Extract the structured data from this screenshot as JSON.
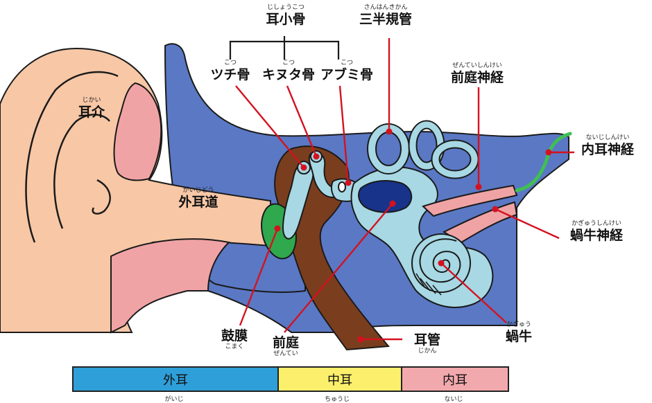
{
  "labels": {
    "jishoukotsu": {
      "furigana": "じしょうこつ",
      "text": "耳小骨"
    },
    "tsuchi": {
      "furigana": "こつ",
      "text": "ツチ骨"
    },
    "kinuta": {
      "furigana": "こつ",
      "text": "キヌタ骨"
    },
    "abumi": {
      "furigana": "こつ",
      "text": "アブミ骨"
    },
    "sanhankikan": {
      "furigana": "さんはんきかん",
      "text": "三半規管"
    },
    "zenteishinkei": {
      "furigana": "ぜんていしんけい",
      "text": "前庭神経"
    },
    "naijishinkei": {
      "furigana": "ないじしんけい",
      "text": "内耳神経"
    },
    "kagyuushinkei": {
      "furigana": "かぎゅうしんけい",
      "text": "蝸牛神経"
    },
    "kagyuu": {
      "furigana": "かぎゅう",
      "text": "蝸牛"
    },
    "jikai": {
      "furigana": "じかい",
      "text": "耳介"
    },
    "gaijidou": {
      "furigana": "がいじどう",
      "text": "外耳道"
    },
    "komaku": {
      "furigana": "こまく",
      "text": "鼓膜"
    },
    "zentei": {
      "furigana": "ぜんてい",
      "text": "前庭"
    },
    "jikan": {
      "furigana": "じかん",
      "text": "耳管"
    }
  },
  "legend": [
    {
      "text": "外耳",
      "furigana": "がいじ",
      "color": "#2e9fd9"
    },
    {
      "text": "中耳",
      "furigana": "ちゅうじ",
      "color": "#fbef6b"
    },
    {
      "text": "内耳",
      "furigana": "ないじ",
      "color": "#f2a9ad"
    }
  ],
  "colors": {
    "skin": "#f7c7a6",
    "canal_pink": "#f0a3a5",
    "inner_blue": "#5a78c4",
    "bone_blue": "#a7d8e4",
    "tube_brown": "#7a3e1e",
    "eardrum_green": "#2fa84e",
    "vestibule_navy": "#17338a",
    "nerve_green": "#3fbf54",
    "pointer_red": "#d4121f"
  }
}
